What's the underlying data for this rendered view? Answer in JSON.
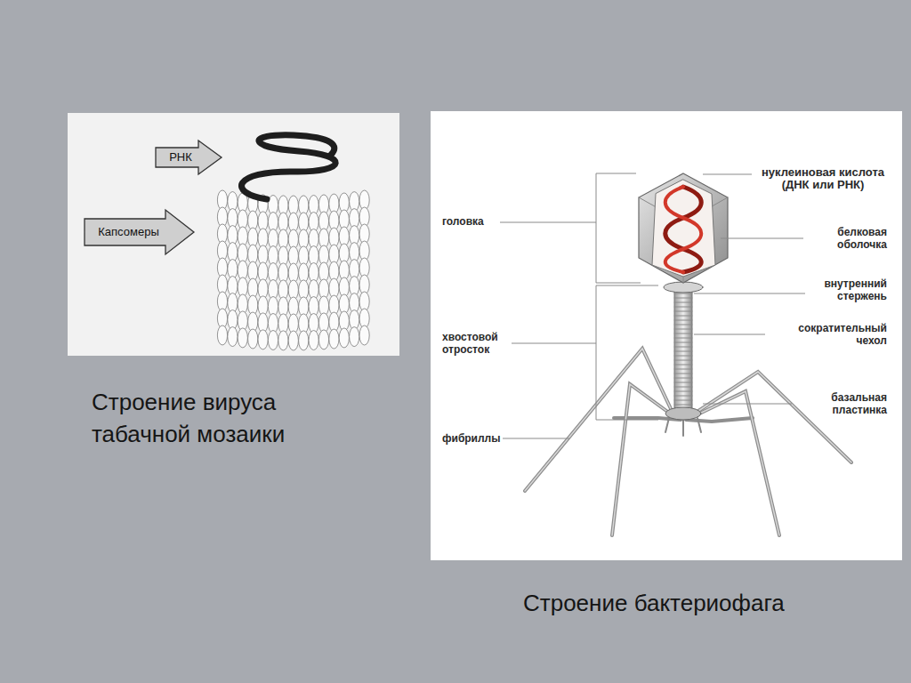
{
  "diagram": {
    "nodes": [
      {
        "text": [
          "РНК"
        ]
      },
      {
        "text": [
          "Капсомеры"
        ]
      }
    ],
    "labels": [
      "нуклеиновая кислота (ДНК или РНК)",
      "головка",
      "белковая оболочка",
      "внутренний стержень",
      "хвостовой отросток",
      "сократительный чехол",
      "базальная пластинка",
      "фибриллы",
      "Строение вируса табачной мозаики",
      "Строение бактериофага"
    ]
  }
}
